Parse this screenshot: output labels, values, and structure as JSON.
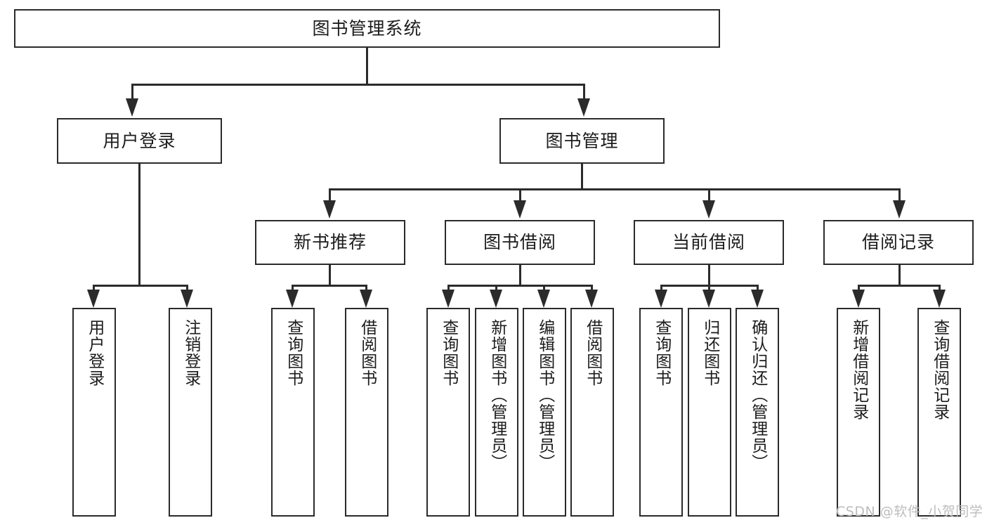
{
  "diagram": {
    "type": "tree-hierarchy",
    "root": {
      "label": "图书管理系统"
    },
    "level1": [
      {
        "label": "用户登录"
      },
      {
        "label": "图书管理"
      }
    ],
    "level2": [
      {
        "label": "新书推荐"
      },
      {
        "label": "图书借阅"
      },
      {
        "label": "当前借阅"
      },
      {
        "label": "借阅记录"
      }
    ],
    "leaves": {
      "user_login": [
        {
          "label": "用户登录"
        },
        {
          "label": "注销登录"
        }
      ],
      "new_book_recommend": [
        {
          "label": "查询图书"
        },
        {
          "label": "借阅图书"
        }
      ],
      "book_borrow": [
        {
          "label": "查询图书"
        },
        {
          "label": "新增图书（管理员）"
        },
        {
          "label": "编辑图书（管理员）"
        },
        {
          "label": "借阅图书"
        }
      ],
      "current_borrow": [
        {
          "label": "查询图书"
        },
        {
          "label": "归还图书"
        },
        {
          "label": "确认归还（管理员）"
        }
      ],
      "borrow_record": [
        {
          "label": "新增借阅记录"
        },
        {
          "label": "查询借阅记录"
        }
      ]
    }
  },
  "watermark": {
    "text": "CSDN @软件_小贺同学"
  },
  "colors": {
    "stroke": "#2b2b2b",
    "background": "#ffffff",
    "text": "#1c1c1c",
    "watermark": "#bdbdbd"
  }
}
